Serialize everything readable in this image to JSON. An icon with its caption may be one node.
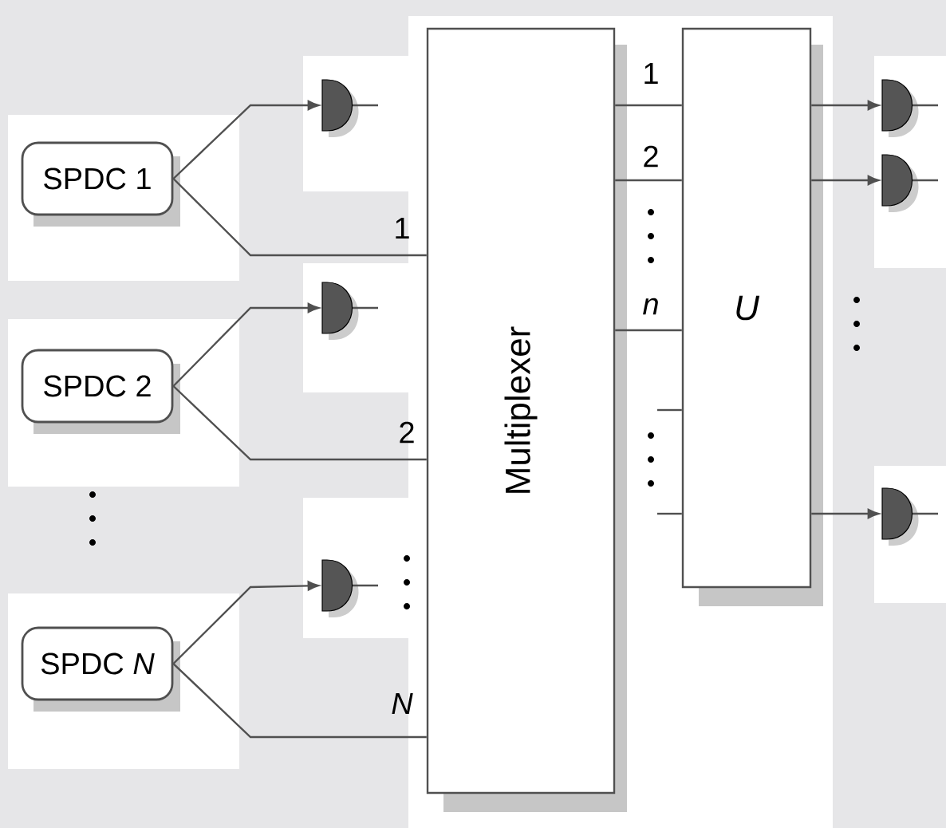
{
  "diagram": {
    "nodes": [
      {
        "text": [
          "SPDC 1"
        ]
      },
      {
        "text": [
          "SPDC 2"
        ]
      },
      {
        "text": [
          "SPDC *N*"
        ]
      },
      {
        "text": [
          "Multiplexer"
        ]
      },
      {
        "text": [
          "U"
        ]
      },
      {
        "text": [],
        "shape": "detector"
      },
      {
        "text": [],
        "shape": "detector"
      },
      {
        "text": [],
        "shape": "detector"
      },
      {
        "text": [],
        "shape": "detector"
      },
      {
        "text": [],
        "shape": "detector"
      },
      {
        "text": [],
        "shape": "detector"
      }
    ],
    "edges": [
      {
        "from": 0,
        "to": 5,
        "arrow": "to"
      },
      {
        "from": 0,
        "to": 3,
        "arrow": "none",
        "label": "1"
      },
      {
        "from": 1,
        "to": 6,
        "arrow": "to"
      },
      {
        "from": 1,
        "to": 3,
        "arrow": "none",
        "label": "2"
      },
      {
        "from": 2,
        "to": 7,
        "arrow": "to"
      },
      {
        "from": 2,
        "to": 3,
        "arrow": "none",
        "label": "N"
      },
      {
        "from": 3,
        "to": 4,
        "arrow": "none",
        "label": "1"
      },
      {
        "from": 3,
        "to": 4,
        "arrow": "none",
        "label": "2"
      },
      {
        "from": 3,
        "to": 4,
        "arrow": "none",
        "label": "n"
      },
      {
        "from": null,
        "to": 4,
        "arrow": "none"
      },
      {
        "from": null,
        "to": 4,
        "arrow": "none"
      },
      {
        "from": 4,
        "to": 8,
        "arrow": "to"
      },
      {
        "from": 4,
        "to": 9,
        "arrow": "to"
      },
      {
        "from": 4,
        "to": 10,
        "arrow": "to"
      }
    ]
  }
}
